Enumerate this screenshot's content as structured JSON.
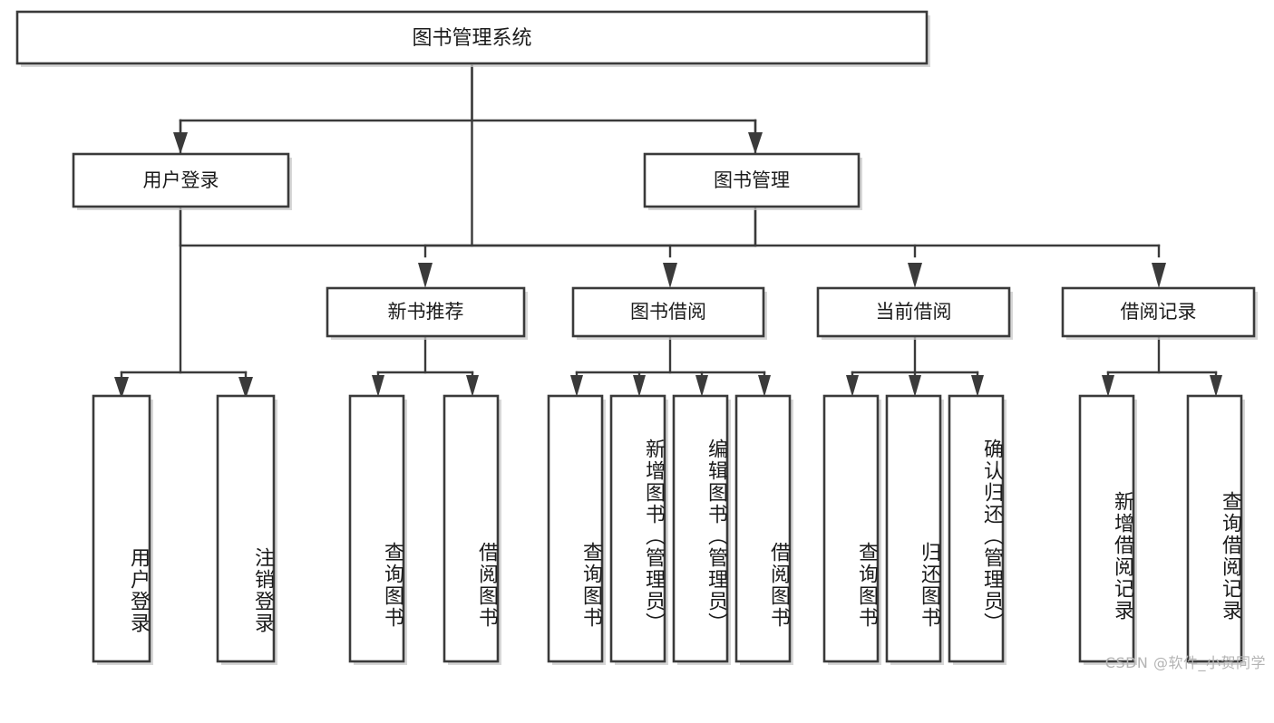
{
  "diagram": {
    "type": "tree",
    "title": "图书管理系统",
    "root": {
      "id": "root",
      "label": "图书管理系统",
      "orientation": "horizontal"
    },
    "level2": [
      {
        "id": "user-login",
        "label": "用户登录",
        "orientation": "horizontal"
      },
      {
        "id": "book-manage",
        "label": "图书管理",
        "orientation": "horizontal"
      }
    ],
    "level3": [
      {
        "id": "new-book-rec",
        "label": "新书推荐",
        "orientation": "horizontal",
        "parent": "book-manage"
      },
      {
        "id": "book-borrow",
        "label": "图书借阅",
        "orientation": "horizontal",
        "parent": "book-manage"
      },
      {
        "id": "current-borrow",
        "label": "当前借阅",
        "orientation": "horizontal",
        "parent": "book-manage"
      },
      {
        "id": "borrow-record",
        "label": "借阅记录",
        "orientation": "horizontal",
        "parent": "book-manage"
      }
    ],
    "leaves": [
      {
        "id": "leaf-user-login",
        "label": "用户登录",
        "orientation": "vertical",
        "parent": "user-login"
      },
      {
        "id": "leaf-user-logout",
        "label": "注销登录",
        "orientation": "vertical",
        "parent": "user-login"
      },
      {
        "id": "leaf-query-book-1",
        "label": "查询图书",
        "orientation": "vertical",
        "parent": "new-book-rec"
      },
      {
        "id": "leaf-borrow-book-1",
        "label": "借阅图书",
        "orientation": "vertical",
        "parent": "new-book-rec"
      },
      {
        "id": "leaf-query-book-2",
        "label": "查询图书",
        "orientation": "vertical",
        "parent": "book-borrow"
      },
      {
        "id": "leaf-add-book",
        "label": "新增图书（管理员）",
        "orientation": "vertical",
        "parent": "book-borrow"
      },
      {
        "id": "leaf-edit-book",
        "label": "编辑图书（管理员）",
        "orientation": "vertical",
        "parent": "book-borrow"
      },
      {
        "id": "leaf-borrow-book-2",
        "label": "借阅图书",
        "orientation": "vertical",
        "parent": "book-borrow"
      },
      {
        "id": "leaf-query-book-3",
        "label": "查询图书",
        "orientation": "vertical",
        "parent": "current-borrow"
      },
      {
        "id": "leaf-return-book",
        "label": "归还图书",
        "orientation": "vertical",
        "parent": "current-borrow"
      },
      {
        "id": "leaf-confirm-return",
        "label": "确认归还（管理员）",
        "orientation": "vertical",
        "parent": "current-borrow"
      },
      {
        "id": "leaf-add-record",
        "label": "新增借阅记录",
        "orientation": "vertical",
        "parent": "borrow-record"
      },
      {
        "id": "leaf-query-record",
        "label": "查询借阅记录",
        "orientation": "vertical",
        "parent": "borrow-record"
      }
    ],
    "colors": {
      "box_stroke": "#3a3a3a",
      "box_fill": "#ffffff",
      "edge": "#3a3a3a",
      "text": "#1b1b1b",
      "background": "#ffffff",
      "watermark": "#b4b4b4"
    }
  },
  "watermark": {
    "text": "CSDN @软件_小贺同学"
  }
}
